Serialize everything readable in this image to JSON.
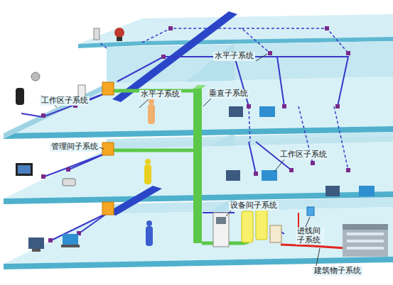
{
  "diagram": {
    "labels": [
      "水平子系统",
      "工作区子系统",
      "水平子系统",
      "垂直子系统",
      "管理间子系统",
      "工作区子系统",
      "设备间子系统",
      "进线间 子系统",
      "建筑物子系统"
    ]
  }
}
